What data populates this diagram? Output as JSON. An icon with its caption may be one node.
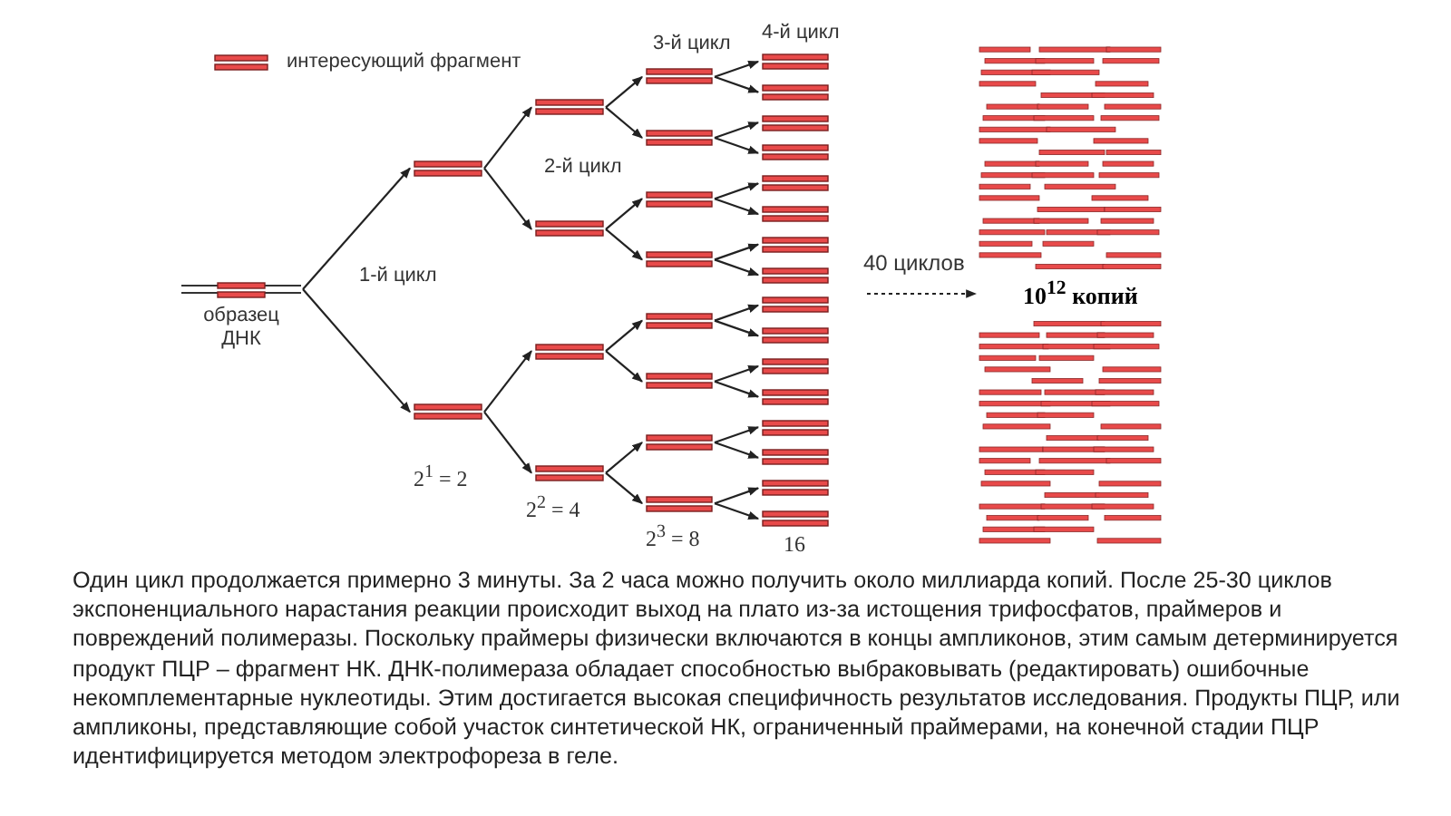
{
  "diagram": {
    "nodes": [
      {
        "text": [
          "образец ДНК"
        ]
      },
      {
        "text": [],
        "shape": "bar"
      },
      {
        "text": [],
        "shape": "bar"
      },
      {
        "text": [],
        "shape": "bar"
      },
      {
        "text": [],
        "shape": "bar"
      },
      {
        "text": [],
        "shape": "bar"
      },
      {
        "text": [],
        "shape": "bar"
      },
      {
        "text": [],
        "shape": "bar"
      },
      {
        "text": [],
        "shape": "bar"
      },
      {
        "text": [],
        "shape": "bar"
      },
      {
        "text": [],
        "shape": "bar"
      },
      {
        "text": [],
        "shape": "bar"
      },
      {
        "text": [],
        "shape": "bar"
      },
      {
        "text": [],
        "shape": "bar"
      },
      {
        "text": [],
        "shape": "bar"
      },
      {
        "text": [],
        "shape": "bar"
      },
      {
        "text": [],
        "shape": "bar"
      },
      {
        "text": [],
        "shape": "bar"
      },
      {
        "text": [],
        "shape": "bar"
      },
      {
        "text": [],
        "shape": "bar"
      },
      {
        "text": [],
        "shape": "bar"
      },
      {
        "text": [],
        "shape": "bar"
      },
      {
        "text": [],
        "shape": "bar"
      },
      {
        "text": [],
        "shape": "bar"
      },
      {
        "text": [],
        "shape": "bar"
      },
      {
        "text": [],
        "shape": "bar"
      },
      {
        "text": [],
        "shape": "bar"
      },
      {
        "text": [],
        "shape": "bar"
      },
      {
        "text": [],
        "shape": "bar"
      },
      {
        "text": [],
        "shape": "bar"
      },
      {
        "text": [],
        "shape": "bar"
      },
      {
        "text": [
          "10$^{12}$ копий"
        ]
      }
    ],
    "edges": [
      {
        "from": 0,
        "to": 1,
        "arrow": "to"
      },
      {
        "from": 0,
        "to": 2,
        "arrow": "to"
      },
      {
        "from": 1,
        "to": 3,
        "arrow": "to"
      },
      {
        "from": 1,
        "to": 4,
        "arrow": "to"
      },
      {
        "from": 2,
        "to": 5,
        "arrow": "to"
      },
      {
        "from": 2,
        "to": 6,
        "arrow": "to"
      },
      {
        "from": 3,
        "to": 7,
        "arrow": "to"
      },
      {
        "from": 3,
        "to": 8,
        "arrow": "to"
      },
      {
        "from": 4,
        "to": 9,
        "arrow": "to"
      },
      {
        "from": 4,
        "to": 10,
        "arrow": "to"
      },
      {
        "from": 5,
        "to": 11,
        "arrow": "to"
      },
      {
        "from": 5,
        "to": 12,
        "arrow": "to"
      },
      {
        "from": 6,
        "to": 13,
        "arrow": "to"
      },
      {
        "from": 6,
        "to": 14,
        "arrow": "to"
      },
      {
        "from": 7,
        "to": 15,
        "arrow": "to"
      },
      {
        "from": 7,
        "to": 16,
        "arrow": "to"
      },
      {
        "from": 8,
        "to": 17,
        "arrow": "to"
      },
      {
        "from": 8,
        "to": 18,
        "arrow": "to"
      },
      {
        "from": 9,
        "to": 19,
        "arrow": "to"
      },
      {
        "from": 9,
        "to": 20,
        "arrow": "to"
      },
      {
        "from": 10,
        "to": 21,
        "arrow": "to"
      },
      {
        "from": 10,
        "to": 22,
        "arrow": "to"
      },
      {
        "from": 11,
        "to": 23,
        "arrow": "to"
      },
      {
        "from": 11,
        "to": 24,
        "arrow": "to"
      },
      {
        "from": 12,
        "to": 25,
        "arrow": "to"
      },
      {
        "from": 12,
        "to": 26,
        "arrow": "to"
      },
      {
        "from": 13,
        "to": 27,
        "arrow": "to"
      },
      {
        "from": 13,
        "to": 28,
        "arrow": "to"
      },
      {
        "from": 14,
        "to": 29,
        "arrow": "to"
      },
      {
        "from": 14,
        "to": 30,
        "arrow": "to"
      },
      {
        "from": null,
        "to": 31,
        "arrow": "to",
        "label": "40 циклов",
        "style": "dashed"
      }
    ],
    "labels": [
      "4-й цикл",
      "3-й цикл",
      "2-й цикл",
      "1-й цикл",
      "2$^{1}$ = 2",
      "2$^{2}$ = 4",
      "2$^{3}$ = 8",
      "16",
      "Один цикл продолжается примерно 3 минуты. За 2 часа можно получить около миллиарда копий. После 25-30 циклов экспоненциального нарастания реакции происходит выход на плато из-за истощения трифосфатов, праймеров и повреждений полимеразы. Поскольку праймеры физически включаются в концы ампликонов, этим самым детерминируется продукт ПЦР – фрагмент НК. ДНК-полимераза обладает способностью выбраковывать (редактировать) ошибочные некомплементарные нуклеотиды. Этим достигается высокая специфичность результатов исследования. Продукты ПЦР, или ампликоны, представляющие собой участок синтетической НК, ограниченный праймерами, на конечной стадии ПЦР идентифицируется методом электрофореза в геле."
    ],
    "legend": [
      {
        "text": "интересующий фрагмент"
      }
    ]
  }
}
